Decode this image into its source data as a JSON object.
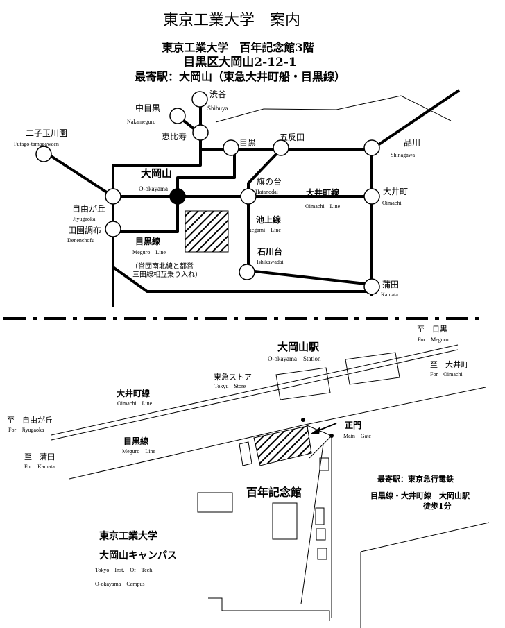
{
  "header": {
    "title": "東京工業大学　案内",
    "venue": "東京工業大学　百年記念館3階",
    "address": "目黒区大岡山2-12-1",
    "nearest": "最寄駅：大岡山（東急大井町船・目黒線）"
  },
  "route_map": {
    "stations": {
      "shibuya": {
        "ja": "渋谷",
        "en": "Shibuya"
      },
      "nakameguro": {
        "ja": "中目黒",
        "en": "Nakameguro"
      },
      "ebisu": {
        "ja": "恵比寿",
        "en": ""
      },
      "futago": {
        "ja": "二子玉川園",
        "en": "Futago-tamagawaen"
      },
      "meguro": {
        "ja": "目黒",
        "en": ""
      },
      "gotanda": {
        "ja": "五反田",
        "en": ""
      },
      "shinagawa": {
        "ja": "品川",
        "en": "Shinagawa"
      },
      "ookayama": {
        "ja": "大岡山",
        "en": "O-okayama"
      },
      "hatanodai": {
        "ja": "旗の台",
        "en": "Hatanodai"
      },
      "oimachi": {
        "ja": "大井町",
        "en": "Oimachi"
      },
      "jiyugaoka": {
        "ja": "自由が丘",
        "en": "Jiyugaoka"
      },
      "denenchofu": {
        "ja": "田園調布",
        "en": "Denenchofu"
      },
      "ishikawadai": {
        "ja": "石川台",
        "en": "Ishikawadai"
      },
      "kamata": {
        "ja": "蒲田",
        "en": "Kamata"
      }
    },
    "lines": {
      "oimachi": {
        "ja": "大井町線",
        "en": "Oimachi　Line"
      },
      "ikegami": {
        "ja": "池上線",
        "en": "Ikegami　Line"
      },
      "meguro": {
        "ja": "目黒線",
        "en": "Meguro　Line"
      }
    },
    "note_line1": "（営団南北線と都営",
    "note_line2": "三田線相互乗り入れ）"
  },
  "area_map": {
    "station": {
      "ja": "大岡山駅",
      "en": "O-okayama　Station"
    },
    "tokyu_store": {
      "ja": "東急ストア",
      "en": "Tokyu　Store"
    },
    "oimachi_line": {
      "ja": "大井町線",
      "en": "Oimachi　Line"
    },
    "meguro_line": {
      "ja": "目黒線",
      "en": "Meguro　Line"
    },
    "to_meguro": {
      "ja": "至　目黒",
      "en": "For　Meguro"
    },
    "to_oimachi": {
      "ja": "至　大井町",
      "en": "For　Oimachi"
    },
    "to_jiyugaoka": {
      "ja": "至　自由が丘",
      "en": "For　Jiyugaoka"
    },
    "to_kamata": {
      "ja": "至　蒲田",
      "en": "For　Kamata"
    },
    "main_gate": {
      "ja": "正門",
      "en": "Main　Gate"
    },
    "centennial_hall": "百年記念館",
    "access_line1": "最寄駅：東京急行電鉄",
    "access_line2": "目黒線・大井町線　大岡山駅",
    "access_line3": "徒歩1分",
    "campus": {
      "ja_line1": "東京工業大学",
      "ja_line2": "大岡山キャンパス",
      "en_line1": "Tokyo　Inst.　Of　Tech.",
      "en_line2": "O-okayama　Campus"
    }
  }
}
